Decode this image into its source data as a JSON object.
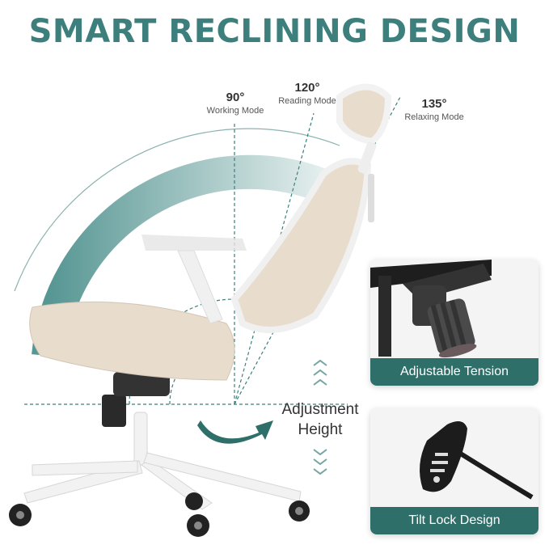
{
  "title": "SMART RECLINING DESIGN",
  "angles": [
    {
      "degree": "90°",
      "mode": "Working Mode"
    },
    {
      "degree": "120°",
      "mode": "Reading Mode"
    },
    {
      "degree": "135°",
      "mode": "Relaxing Mode"
    }
  ],
  "adjustment": {
    "line1": "Adjustment",
    "line2": "Height"
  },
  "features": [
    {
      "caption": "Adjustable Tension",
      "icon": "tension-knob-icon"
    },
    {
      "caption": "Tilt Lock Design",
      "icon": "tilt-lever-icon"
    }
  ],
  "colors": {
    "accent": "#3c7f7c",
    "caption_bg": "#2f6f69",
    "seat": "#e8dccd",
    "frame": "#f2f2f2"
  }
}
